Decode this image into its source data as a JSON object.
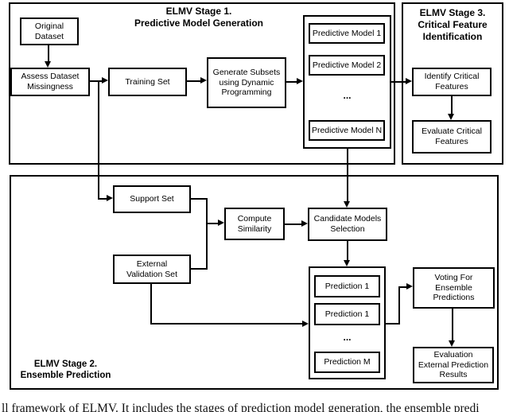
{
  "stage1": {
    "title": "ELMV Stage 1.\nPredictive Model Generation",
    "original_dataset": "Original\nDataset",
    "assess_missingness": "Assess Dataset\nMissingness",
    "training_set": "Training Set",
    "generate_subsets": "Generate Subsets\nusing Dynamic\nProgramming",
    "predictive_models": {
      "model_1": "Predictive Model 1",
      "model_2": "Predictive Model 2",
      "ellipsis": "...",
      "model_n": "Predictive Model N"
    }
  },
  "stage2": {
    "title": "ELMV Stage 2.\nEnsemble Prediction",
    "support_set": "Support Set",
    "external_validation_set": "External\nValidation Set",
    "compute_similarity": "Compute\nSimilarity",
    "candidate_models_selection": "Candidate Models\nSelection",
    "predictions": {
      "prediction_1": "Prediction 1",
      "prediction_2": "Prediction 1",
      "ellipsis": "...",
      "prediction_m": "Prediction M"
    },
    "voting": "Voting For\nEnsemble\nPredictions",
    "evaluation": "Evaluation\nExternal Prediction\nResults"
  },
  "stage3": {
    "title": "ELMV Stage 3.\nCritical Feature\nIdentification",
    "identify_critical_features": "Identify Critical\nFeatures",
    "evaluate_critical_features": "Evaluate Critical\nFeatures"
  },
  "caption": "ll framework of ELMV. It includes the stages of prediction model generation, the ensemble predi",
  "colors": {
    "line": "#000000",
    "background": "#ffffff"
  }
}
